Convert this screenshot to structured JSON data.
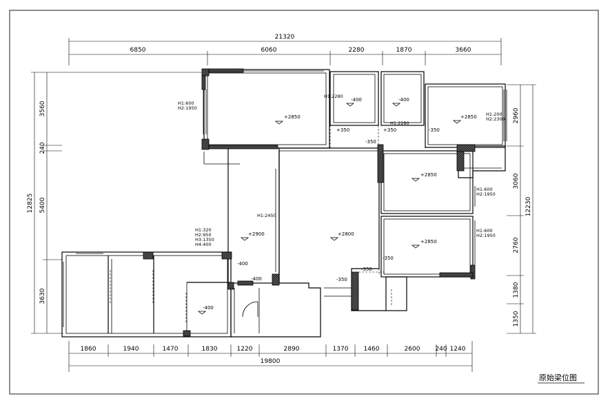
{
  "title": "原始梁位图",
  "dimensions": {
    "top_total": "21320",
    "top_segments": [
      "6850",
      "6060",
      "2280",
      "1870",
      "3660"
    ],
    "left_total": "12825",
    "left_segments": [
      "3560",
      "240",
      "5400",
      "3630"
    ],
    "right_total": "12230",
    "right_segments": [
      "2960",
      "3060",
      "2760",
      "1380",
      "1350"
    ],
    "bottom_total": "19800",
    "bottom_segments": [
      "1860",
      "1940",
      "1470",
      "1830",
      "1220",
      "2890",
      "1370",
      "1460",
      "2600",
      "240",
      "1240"
    ]
  },
  "elevations": [
    {
      "id": "e1",
      "text": "+2850"
    },
    {
      "id": "e2",
      "text": "-400"
    },
    {
      "id": "e3",
      "text": "-400"
    },
    {
      "id": "e4",
      "text": "+2850"
    },
    {
      "id": "e5",
      "text": "+350"
    },
    {
      "id": "e6",
      "text": "+350"
    },
    {
      "id": "e7",
      "text": "-350"
    },
    {
      "id": "e8",
      "text": "-350"
    },
    {
      "id": "e9",
      "text": "+2850"
    },
    {
      "id": "e10",
      "text": "+2900"
    },
    {
      "id": "e11",
      "text": "+2800"
    },
    {
      "id": "e12",
      "text": "+2850"
    },
    {
      "id": "e13",
      "text": "-350"
    },
    {
      "id": "e14",
      "text": "-350"
    },
    {
      "id": "e15",
      "text": "-350"
    },
    {
      "id": "e16",
      "text": "-400"
    },
    {
      "id": "e17",
      "text": "-400"
    },
    {
      "id": "e18",
      "text": "-400"
    }
  ],
  "window_notes": [
    {
      "id": "w1",
      "lines": [
        "H1:600",
        "H2:1950"
      ]
    },
    {
      "id": "w2",
      "lines": [
        "H1:2280"
      ]
    },
    {
      "id": "w3",
      "lines": [
        "H1:2280"
      ]
    },
    {
      "id": "w4",
      "lines": [
        "H1:200",
        "H2:2300"
      ]
    },
    {
      "id": "w5",
      "lines": [
        "H1:600",
        "H2:1950"
      ]
    },
    {
      "id": "w6",
      "lines": [
        "H1:2450"
      ]
    },
    {
      "id": "w7",
      "lines": [
        "H1:320",
        "H2:950",
        "H3:1350",
        "H4:400"
      ]
    },
    {
      "id": "w8",
      "lines": [
        "H1:600",
        "H2:1950"
      ]
    }
  ]
}
